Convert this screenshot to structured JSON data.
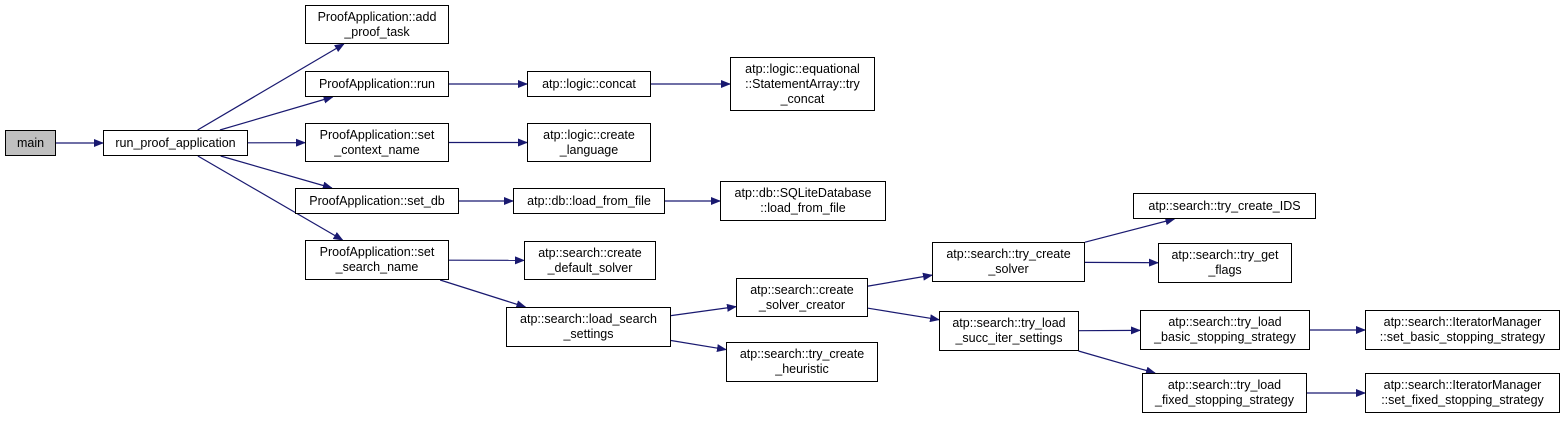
{
  "colors": {
    "edge": "#191970",
    "node_border": "#000000",
    "root_fill": "#bfbfbf",
    "node_fill": "#ffffff"
  },
  "nodes": {
    "main": "main",
    "run_proof_application": "run_proof_application",
    "add_proof_task": "ProofApplication::add\n_proof_task",
    "run": "ProofApplication::run",
    "set_context_name": "ProofApplication::set\n_context_name",
    "set_db": "ProofApplication::set_db",
    "set_search_name": "ProofApplication::set\n_search_name",
    "concat": "atp::logic::concat",
    "try_concat": "atp::logic::equational\n::StatementArray::try\n_concat",
    "create_language": "atp::logic::create\n_language",
    "load_from_file": "atp::db::load_from_file",
    "sqlite_load_from_file": "atp::db::SQLiteDatabase\n::load_from_file",
    "create_default_solver": "atp::search::create\n_default_solver",
    "load_search_settings": "atp::search::load_search\n_settings",
    "create_solver_creator": "atp::search::create\n_solver_creator",
    "try_create_heuristic": "atp::search::try_create\n_heuristic",
    "try_create_solver": "atp::search::try_create\n_solver",
    "try_load_succ_iter_settings": "atp::search::try_load\n_succ_iter_settings",
    "try_create_IDS": "atp::search::try_create_IDS",
    "try_get_flags": "atp::search::try_get\n_flags",
    "try_load_basic_stopping_strategy": "atp::search::try_load\n_basic_stopping_strategy",
    "try_load_fixed_stopping_strategy": "atp::search::try_load\n_fixed_stopping_strategy",
    "set_basic_stopping_strategy": "atp::search::IteratorManager\n::set_basic_stopping_strategy",
    "set_fixed_stopping_strategy": "atp::search::IteratorManager\n::set_fixed_stopping_strategy"
  },
  "edges": [
    [
      "main",
      "run_proof_application"
    ],
    [
      "run_proof_application",
      "add_proof_task"
    ],
    [
      "run_proof_application",
      "run"
    ],
    [
      "run_proof_application",
      "set_context_name"
    ],
    [
      "run_proof_application",
      "set_db"
    ],
    [
      "run_proof_application",
      "set_search_name"
    ],
    [
      "run",
      "concat"
    ],
    [
      "concat",
      "try_concat"
    ],
    [
      "set_context_name",
      "create_language"
    ],
    [
      "set_db",
      "load_from_file"
    ],
    [
      "load_from_file",
      "sqlite_load_from_file"
    ],
    [
      "set_search_name",
      "create_default_solver"
    ],
    [
      "set_search_name",
      "load_search_settings"
    ],
    [
      "load_search_settings",
      "create_solver_creator"
    ],
    [
      "load_search_settings",
      "try_create_heuristic"
    ],
    [
      "create_solver_creator",
      "try_create_solver"
    ],
    [
      "create_solver_creator",
      "try_load_succ_iter_settings"
    ],
    [
      "try_create_solver",
      "try_create_IDS"
    ],
    [
      "try_create_solver",
      "try_get_flags"
    ],
    [
      "try_load_succ_iter_settings",
      "try_load_basic_stopping_strategy"
    ],
    [
      "try_load_succ_iter_settings",
      "try_load_fixed_stopping_strategy"
    ],
    [
      "try_load_basic_stopping_strategy",
      "set_basic_stopping_strategy"
    ],
    [
      "try_load_fixed_stopping_strategy",
      "set_fixed_stopping_strategy"
    ]
  ]
}
